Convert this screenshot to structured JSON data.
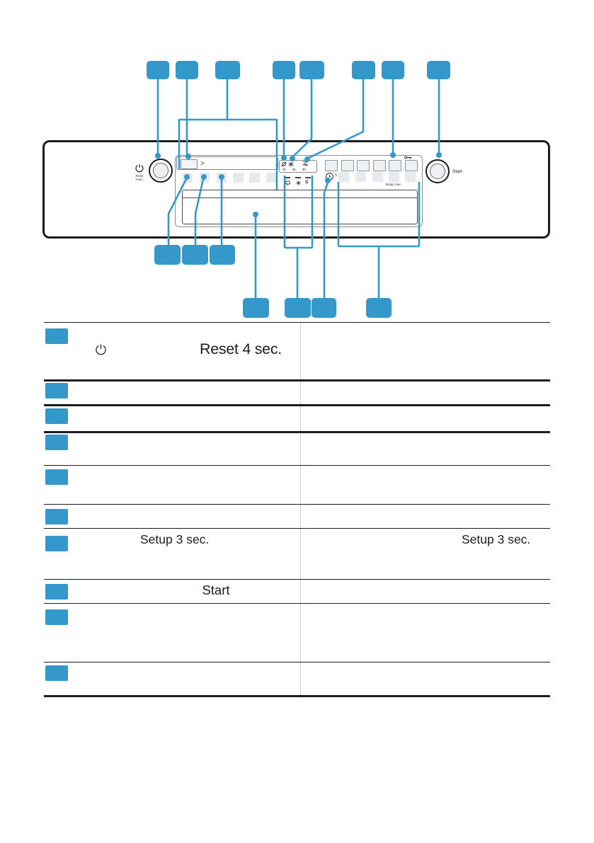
{
  "colors": {
    "accent": "#3598cb",
    "appliance_border": "#1d1d1d"
  },
  "control_panel": {
    "power_knob": {
      "reset_text_line1": "Reset",
      "reset_text_line2": "3 sec."
    },
    "display_strip": {
      "chevron_label": ">"
    },
    "delay_preset_box": {
      "hour_labels": [
        "3h.",
        "6h.",
        "9h."
      ]
    },
    "refill_indicators": {
      "salt_label": "S"
    },
    "time_display": {
      "hour_label": "h.",
      "setup_label": "Setup 3 sec."
    },
    "start_knob": {
      "label": "Start"
    }
  },
  "legend_table": {
    "rows": [
      {
        "left_text": "Reset 4 sec.",
        "right_text": ""
      },
      {
        "left_text": "",
        "right_text": ""
      },
      {
        "left_text": "",
        "right_text": ""
      },
      {
        "left_text": "",
        "right_text": ""
      },
      {
        "left_text": "",
        "right_text": ""
      },
      {
        "left_text": "",
        "right_text": ""
      },
      {
        "left_text": "Setup 3 sec.",
        "right_text": "Setup 3 sec."
      },
      {
        "left_text": "Start",
        "right_text": ""
      },
      {
        "left_text": "",
        "right_text": ""
      },
      {
        "left_text": "",
        "right_text": ""
      }
    ]
  }
}
